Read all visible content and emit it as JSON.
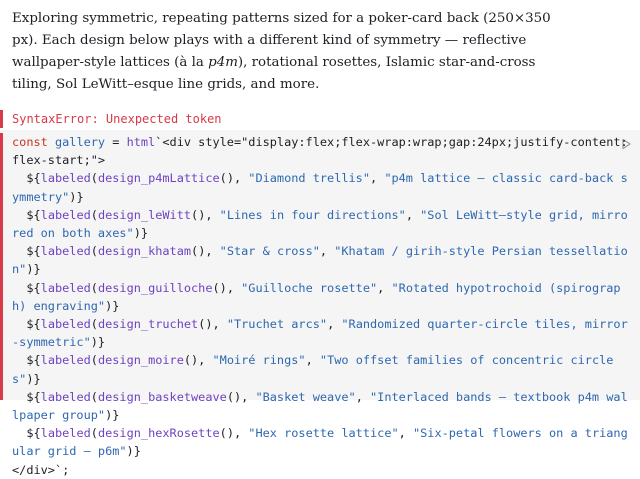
{
  "intro": {
    "part1": "Exploring symmetric, repeating patterns sized for a poker-card back (250×350 px). Each design below plays with a different kind of symmetry — reflective wallpaper-style lattices (à la ",
    "emph": "p4m",
    "part2": "), rotational rosettes, Islamic star-and-cross tiling, Sol LeWitt–esque line grids, and more."
  },
  "error": {
    "message": "SyntaxError: Unexpected token"
  },
  "code": {
    "const_kw": "const",
    "var_name": "gallery",
    "assign": " = ",
    "html_tag": "html",
    "open_line": "`<div style=\"display:flex;flex-wrap:wrap;gap:24px;justify-content:flex-start;\">",
    "labeled_fn": "labeled",
    "close_line": "</div>`;",
    "entries": [
      {
        "design": "design_p4mLattice",
        "title": "\"Diamond trellis\"",
        "desc": "\"p4m lattice — classic card-back symmetry\""
      },
      {
        "design": "design_leWitt",
        "title": "\"Lines in four directions\"",
        "desc": "\"Sol LeWitt–style grid, mirrored on both axes\""
      },
      {
        "design": "design_khatam",
        "title": "\"Star & cross\"",
        "desc": "\"Khatam / girih-style Persian tessellation\""
      },
      {
        "design": "design_guilloche",
        "title": "\"Guilloche rosette\"",
        "desc": "\"Rotated hypotrochoid (spirograph) engraving\""
      },
      {
        "design": "design_truchet",
        "title": "\"Truchet arcs\"",
        "desc": "\"Randomized quarter-circle tiles, mirror-symmetric\""
      },
      {
        "design": "design_moire",
        "title": "\"Moiré rings\"",
        "desc": "\"Two offset families of concentric circles\""
      },
      {
        "design": "design_basketweave",
        "title": "\"Basket weave\"",
        "desc": "\"Interlaced bands — textbook p4m wallpaper group\""
      },
      {
        "design": "design_hexRosette",
        "title": "\"Hex rosette lattice\"",
        "desc": "\"Six-petal flowers on a triangular grid — p6m\""
      }
    ]
  },
  "colors": {
    "error": "#d73a49",
    "keyword": "#c9331f",
    "function": "#6f42c1",
    "string": "#2e68b0",
    "cell_background": "#f5f5f5"
  },
  "icons": {
    "run": "play-triangle-icon"
  }
}
